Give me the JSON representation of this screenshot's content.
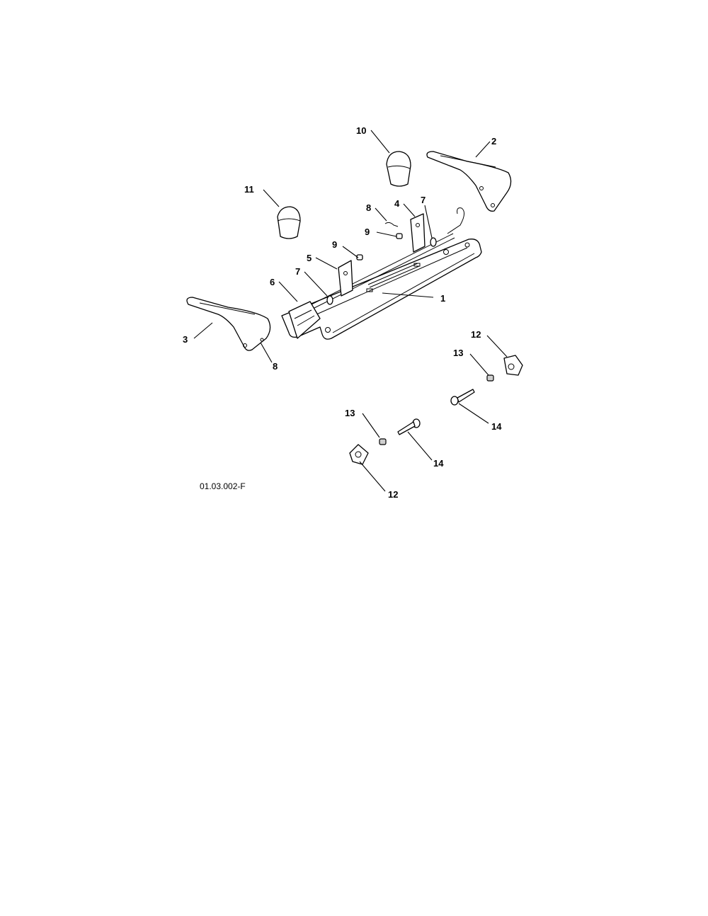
{
  "diagram": {
    "drawing_code": "01.03.002-F",
    "callouts": [
      {
        "id": "c1",
        "label": "1"
      },
      {
        "id": "c2",
        "label": "2"
      },
      {
        "id": "c3",
        "label": "3"
      },
      {
        "id": "c4",
        "label": "4"
      },
      {
        "id": "c5",
        "label": "5"
      },
      {
        "id": "c6",
        "label": "6"
      },
      {
        "id": "c7a",
        "label": "7"
      },
      {
        "id": "c7b",
        "label": "7"
      },
      {
        "id": "c8a",
        "label": "8"
      },
      {
        "id": "c8b",
        "label": "8"
      },
      {
        "id": "c9a",
        "label": "9"
      },
      {
        "id": "c9b",
        "label": "9"
      },
      {
        "id": "c10",
        "label": "10"
      },
      {
        "id": "c11",
        "label": "11"
      },
      {
        "id": "c12a",
        "label": "12"
      },
      {
        "id": "c12b",
        "label": "12"
      },
      {
        "id": "c13a",
        "label": "13"
      },
      {
        "id": "c13b",
        "label": "13"
      },
      {
        "id": "c14a",
        "label": "14"
      },
      {
        "id": "c14b",
        "label": "14"
      }
    ]
  }
}
